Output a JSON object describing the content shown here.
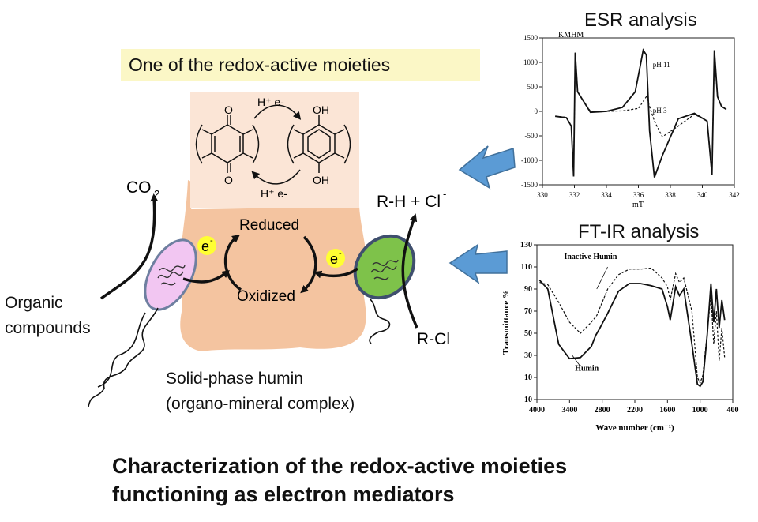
{
  "diagram": {
    "banner": "One of the redox-active moieties",
    "quinone": {
      "top_reagent": "H⁺ e-",
      "bottom_reagent": "H⁺ e-",
      "left_o_top": "O",
      "left_o_bottom": "O",
      "right_oh_top": "OH",
      "right_oh_bottom": "OH"
    },
    "cycle": {
      "reduced": "Reduced",
      "oxidized": "Oxidized",
      "electron": "e",
      "electron_sup": "-"
    },
    "co2": "CO",
    "co2_sub": "2",
    "rh_cl": "R-H + Cl",
    "rh_cl_sup": "-",
    "organic_compounds": [
      "Organic",
      "compounds"
    ],
    "rcl": "R-Cl",
    "humin": [
      "Solid-phase humin",
      "(organo-mineral complex)"
    ],
    "footer": [
      "Characterization of the redox-active moieties",
      "functioning as electron mediators"
    ],
    "colors": {
      "banner_bg": "#fbf7c6",
      "humin_fill": "#f4c4a0",
      "quinone_bg": "#fbe5d6",
      "cell_left": "#f2c6f2",
      "cell_right": "#7ec24a",
      "electron": "#ffff33",
      "arrow_blue": "#5b9bd5"
    }
  },
  "chart_data": [
    {
      "type": "line",
      "title": "ESR analysis",
      "header_label": "KMHM",
      "xlabel": "mT",
      "ylabel": "",
      "xlim": [
        330,
        342
      ],
      "ylim": [
        -1500,
        1500
      ],
      "x_ticks": [
        "330",
        "332",
        "334",
        "336",
        "338",
        "340",
        "342"
      ],
      "y_ticks": [
        "1500",
        "1000",
        "500",
        "0",
        "-500",
        "-1000",
        "-1500"
      ],
      "series": [
        {
          "name": "pH 11",
          "style": "solid",
          "x": [
            330.8,
            331.5,
            331.8,
            331.95,
            332.05,
            332.2,
            333.0,
            334.0,
            335.0,
            335.8,
            336.1,
            336.3,
            336.5,
            336.7,
            337.0,
            337.5,
            338.5,
            339.5,
            340.3,
            340.6,
            340.75,
            340.95,
            341.2,
            341.5
          ],
          "y": [
            -100,
            -130,
            -300,
            -1330,
            1200,
            400,
            -20,
            0,
            80,
            400,
            900,
            1250,
            1150,
            -400,
            -1350,
            -900,
            -150,
            -40,
            -200,
            -1300,
            1250,
            300,
            100,
            40
          ]
        },
        {
          "name": "pH 3",
          "style": "dashed",
          "x": [
            330.8,
            331.5,
            331.8,
            331.95,
            332.05,
            332.2,
            333.0,
            334.0,
            335.0,
            336.0,
            336.5,
            337.0,
            337.5,
            338.5,
            339.5,
            340.3,
            340.6,
            340.75,
            340.95,
            341.2,
            341.5
          ],
          "y": [
            -100,
            -120,
            -300,
            -1300,
            1200,
            400,
            0,
            0,
            10,
            60,
            300,
            -200,
            -520,
            -300,
            -60,
            -200,
            -1280,
            1200,
            300,
            100,
            40
          ]
        }
      ]
    },
    {
      "type": "line",
      "title": "FT-IR analysis",
      "xlabel": "Wave number (cm⁻¹)",
      "ylabel": "Transmittance %",
      "xlim": [
        4000,
        400
      ],
      "ylim": [
        -10,
        130
      ],
      "x_ticks": [
        "4000",
        "3400",
        "2800",
        "2200",
        "1600",
        "1000",
        "400"
      ],
      "y_ticks": [
        "130",
        "110",
        "90",
        "70",
        "50",
        "30",
        "10",
        "-10"
      ],
      "series": [
        {
          "name": "Inactive Humin",
          "style": "dashed",
          "x": [
            3950,
            3800,
            3600,
            3400,
            3200,
            3000,
            2900,
            2850,
            2700,
            2500,
            2300,
            2100,
            1900,
            1700,
            1600,
            1550,
            1450,
            1380,
            1300,
            1150,
            1050,
            1000,
            950,
            870,
            800,
            750,
            700,
            650,
            600,
            550
          ],
          "y": [
            96,
            94,
            78,
            60,
            50,
            60,
            66,
            72,
            90,
            103,
            108,
            108,
            109,
            100,
            92,
            80,
            104,
            96,
            100,
            70,
            10,
            5,
            12,
            50,
            85,
            40,
            70,
            25,
            55,
            28
          ]
        },
        {
          "name": "Humin",
          "style": "solid",
          "x": [
            3950,
            3800,
            3600,
            3400,
            3200,
            3000,
            2920,
            2850,
            2700,
            2500,
            2300,
            2100,
            1900,
            1700,
            1600,
            1550,
            1450,
            1380,
            1300,
            1150,
            1050,
            1000,
            950,
            870,
            800,
            750,
            700,
            650,
            600,
            550
          ],
          "y": [
            98,
            90,
            40,
            27,
            28,
            38,
            48,
            54,
            68,
            88,
            95,
            95,
            93,
            90,
            74,
            62,
            92,
            84,
            90,
            40,
            4,
            2,
            6,
            48,
            95,
            60,
            90,
            55,
            80,
            62
          ]
        }
      ]
    }
  ]
}
